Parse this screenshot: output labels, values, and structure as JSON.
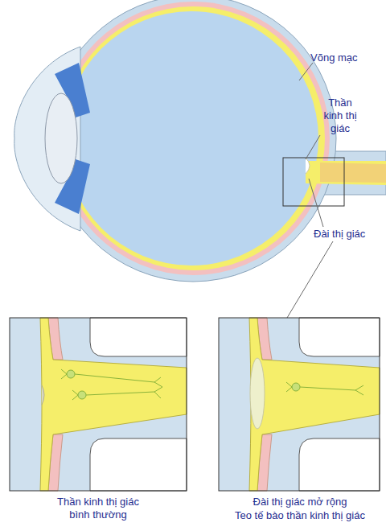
{
  "diagram": {
    "labels": [
      "Võng mạc",
      "Thần kinh thị giác",
      "Đài thị giác",
      "Thần kinh thị giác bình thường",
      "Đài thị giác mở rộng",
      "Teo tế bào thần kinh thị giác"
    ]
  }
}
